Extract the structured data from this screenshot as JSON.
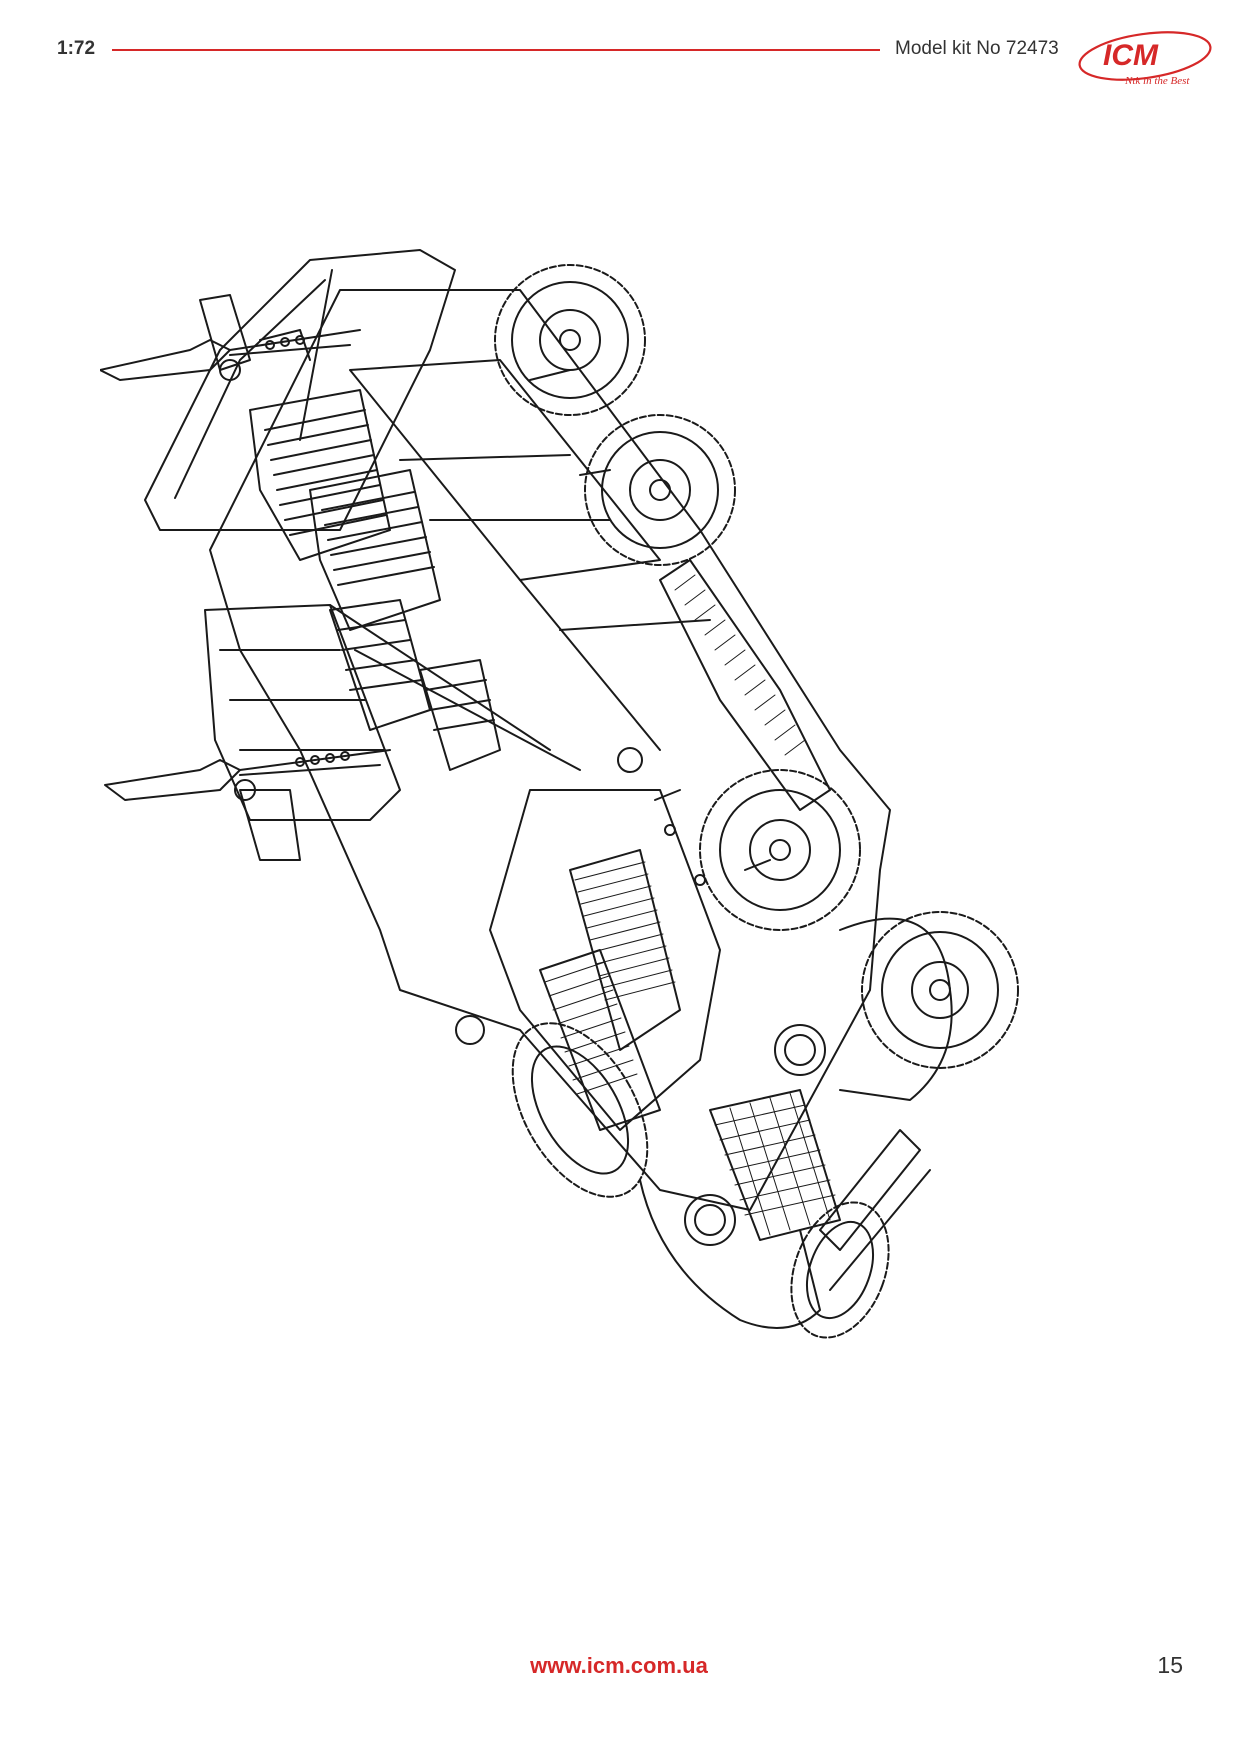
{
  "header": {
    "scale": "1:72",
    "kit_number": "Model kit No 72473",
    "logo_text": "ICM",
    "logo_tagline": "Ntk in the Best"
  },
  "illustration": {
    "subject": "six-wheeled open staff car line drawing with two mounted machine guns"
  },
  "footer": {
    "url": "www.icm.com.ua",
    "page_number": "15"
  },
  "colors": {
    "accent": "#d62828",
    "text": "#333333",
    "line": "#1a1a1a"
  }
}
